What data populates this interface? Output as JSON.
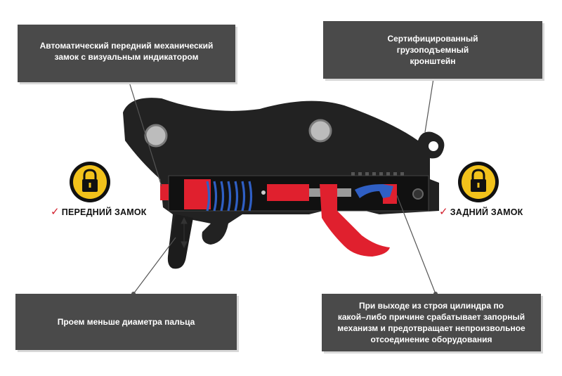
{
  "callouts": {
    "top_left": [
      "Автоматический передний механический",
      "замок с визуальным индикатором"
    ],
    "top_right": [
      "Сертифицированный",
      "грузоподъемный",
      "кронштейн"
    ],
    "bottom_left": [
      "Проем меньше диаметра пальца"
    ],
    "bottom_right": [
      "При выходе из строя цилиндра по",
      "какой–либо причине срабатывает запорный",
      "механизм и предотвращает непроизвольное",
      "отсоединение оборудования"
    ]
  },
  "labels": {
    "front_lock": "ПЕРЕДНИЙ ЗАМОК",
    "rear_lock": "ЗАДНИЙ ЗАМОК",
    "check_glyph": "✓"
  },
  "colors": {
    "callout_bg": "#4a4a4a",
    "body": "#222222",
    "mechanism_red": "#e0202e",
    "spring_blue": "#2f5fc4",
    "badge_yellow": "#f2c21b",
    "check_red": "#d21e2b"
  },
  "icons": [
    "padlock-icon",
    "checkmark-icon",
    "leader-line"
  ]
}
